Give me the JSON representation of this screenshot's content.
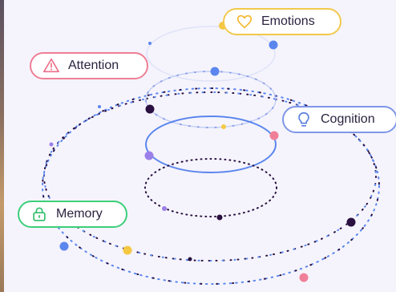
{
  "colors": {
    "background": "#f5f4fc",
    "emotions_accent": "#f2c94c",
    "attention_accent": "#ef7f95",
    "cognition_accent": "#7f96e8",
    "memory_accent": "#3ccf7a",
    "dot_dark": "#2a1040",
    "dot_blue": "#5b86ee",
    "dot_purple": "#9b7fe8",
    "dot_pink": "#f08098",
    "dot_yellow": "#f5c842"
  },
  "labels": {
    "emotions": {
      "text": "Emotions",
      "icon": "heart-icon"
    },
    "attention": {
      "text": "Attention",
      "icon": "warning-triangle-icon"
    },
    "cognition": {
      "text": "Cognition",
      "icon": "lightbulb-icon"
    },
    "memory": {
      "text": "Memory",
      "icon": "lock-icon"
    }
  }
}
